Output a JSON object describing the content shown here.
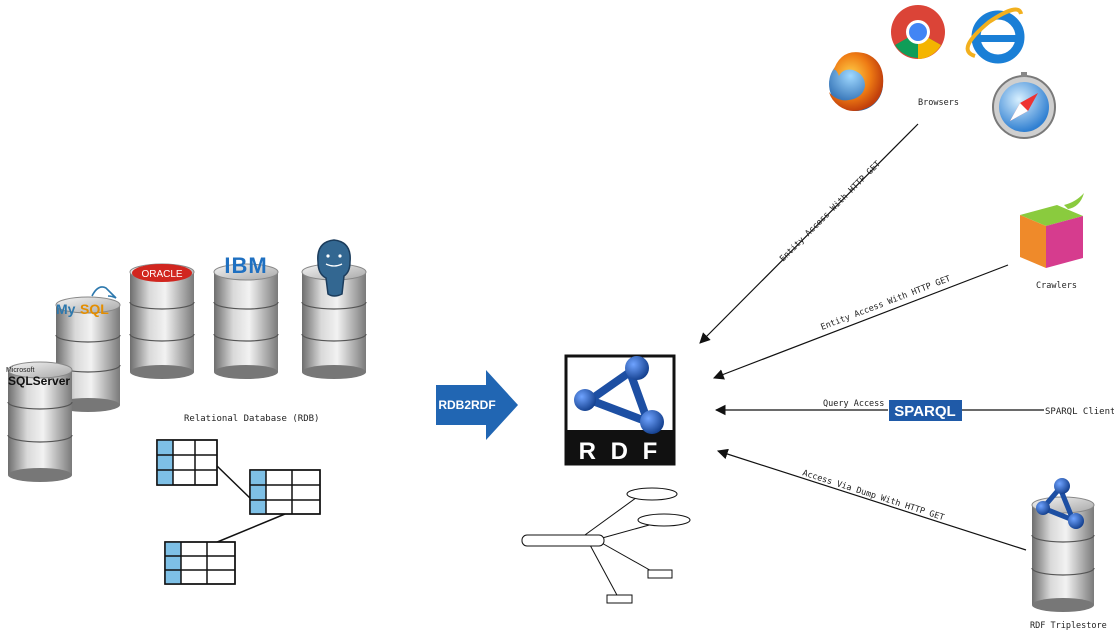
{
  "labels": {
    "rdb": "Relational Database (RDB)",
    "rdb2rdf": "RDB2RDF",
    "rdf_logo": "R D F",
    "browsers": "Browsers",
    "crawlers": "Crawlers",
    "sparql_client": "SPARQL Client",
    "sparql_logo": "SPARQL",
    "triplestore": "RDF Triplestore"
  },
  "vendors": {
    "microsoft_small": "Microsoft",
    "sqlserver": "SQLServer",
    "mysql_my": "My",
    "mysql_sql": "SQL",
    "oracle": "ORACLE",
    "ibm": "IBM"
  },
  "arrows": {
    "browsers": "Entity Access With HTTP GET",
    "crawlers": "Entity Access With HTTP GET",
    "sparql": "Query Access",
    "triplestore": "Access Via Dump With HTTP GET"
  },
  "colors": {
    "rdf_blue": "#1d4fa3",
    "arrow_blue": "#2166b3",
    "sparql_blue": "#1f5aa8",
    "table_blue": "#7ec0e6",
    "oracle_red": "#d1261f",
    "ibm_blue": "#1f70c1",
    "mysql_blue": "#2d78ad",
    "mysql_orange": "#e48e00"
  },
  "icons": [
    "firefox-icon",
    "chrome-icon",
    "ie-icon",
    "safari-icon",
    "crawler-box-icon",
    "postgres-elephant-icon"
  ]
}
